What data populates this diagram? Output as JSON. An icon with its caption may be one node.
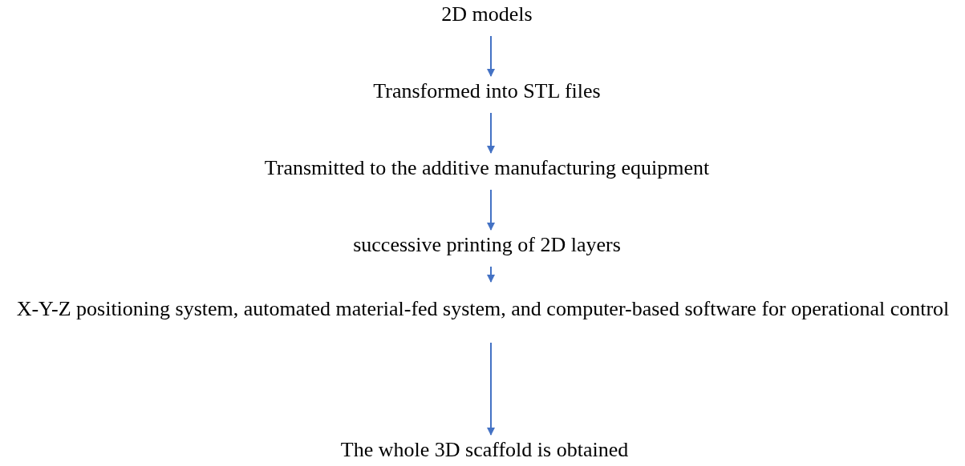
{
  "diagram": {
    "nodes": [
      {
        "text": [
          "2D models"
        ]
      },
      {
        "text": [
          "Transformed into STL files"
        ]
      },
      {
        "text": [
          "Transmitted to the additive manufacturing equipment"
        ]
      },
      {
        "text": [
          "successive printing of 2D layers"
        ]
      },
      {
        "text": [
          "X-Y-Z positioning system, automated material-fed system, and computer-based software for operational control"
        ]
      },
      {
        "text": [
          "The whole 3D scaffold is obtained"
        ]
      }
    ],
    "edges": [
      {
        "from": 0,
        "to": 1,
        "arrow": "to"
      },
      {
        "from": 1,
        "to": 2,
        "arrow": "to"
      },
      {
        "from": 2,
        "to": 3,
        "arrow": "to"
      },
      {
        "from": 3,
        "to": 4,
        "arrow": "to"
      },
      {
        "from": 4,
        "to": 5,
        "arrow": "to"
      }
    ]
  }
}
